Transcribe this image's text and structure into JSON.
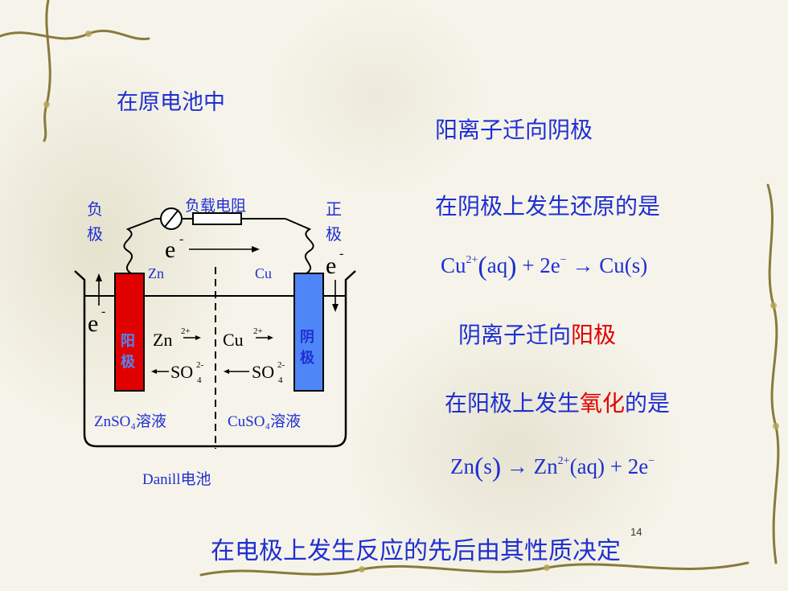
{
  "left_heading": "在原电池中",
  "right": {
    "line1": "阳离子迁向阴极",
    "line2": "在阴极上发生还原的是",
    "eq1": {
      "a": "Cu",
      "a_sup": "2+",
      "b": "aq",
      "c": " + 2e",
      "c_sup": "−",
      "d": " → Cu(s)"
    },
    "line3_pre": "阴离子迁向",
    "line3_red": "阳极",
    "line4_pre": "在阳极上发生",
    "line4_red": "氧化",
    "line4_post": "的是",
    "eq2": {
      "a": "Zn",
      "b": "s",
      "c": " → Zn",
      "c_sup": "2+",
      "d": "(aq) + 2e",
      "d_sup": "−"
    }
  },
  "bottom_text": "在电极上发生反应的先后由其性质决定",
  "page_number": "14",
  "diagram": {
    "neg_label_1": "负",
    "neg_label_2": "极",
    "pos_label_1": "正",
    "pos_label_2": "极",
    "load_label": "负载电阻",
    "electron": "e",
    "electron_sup": "-",
    "zn": "Zn",
    "cu": "Cu",
    "anode_1": "阳",
    "anode_2": "极",
    "cathode_1": "阴",
    "cathode_2": "极",
    "zn_ion": "Zn",
    "cu_ion": "Cu",
    "ion_sup": "2+",
    "so4": "SO",
    "so4_sup": "2-",
    "so4_sub": "4",
    "left_solution": "ZnSO₄溶液",
    "right_solution": "CuSO₄溶液",
    "cell_name": "Danill电池",
    "colors": {
      "anode": "#e00000",
      "cathode": "#4f86f7",
      "text": "#1f2fd1"
    }
  }
}
